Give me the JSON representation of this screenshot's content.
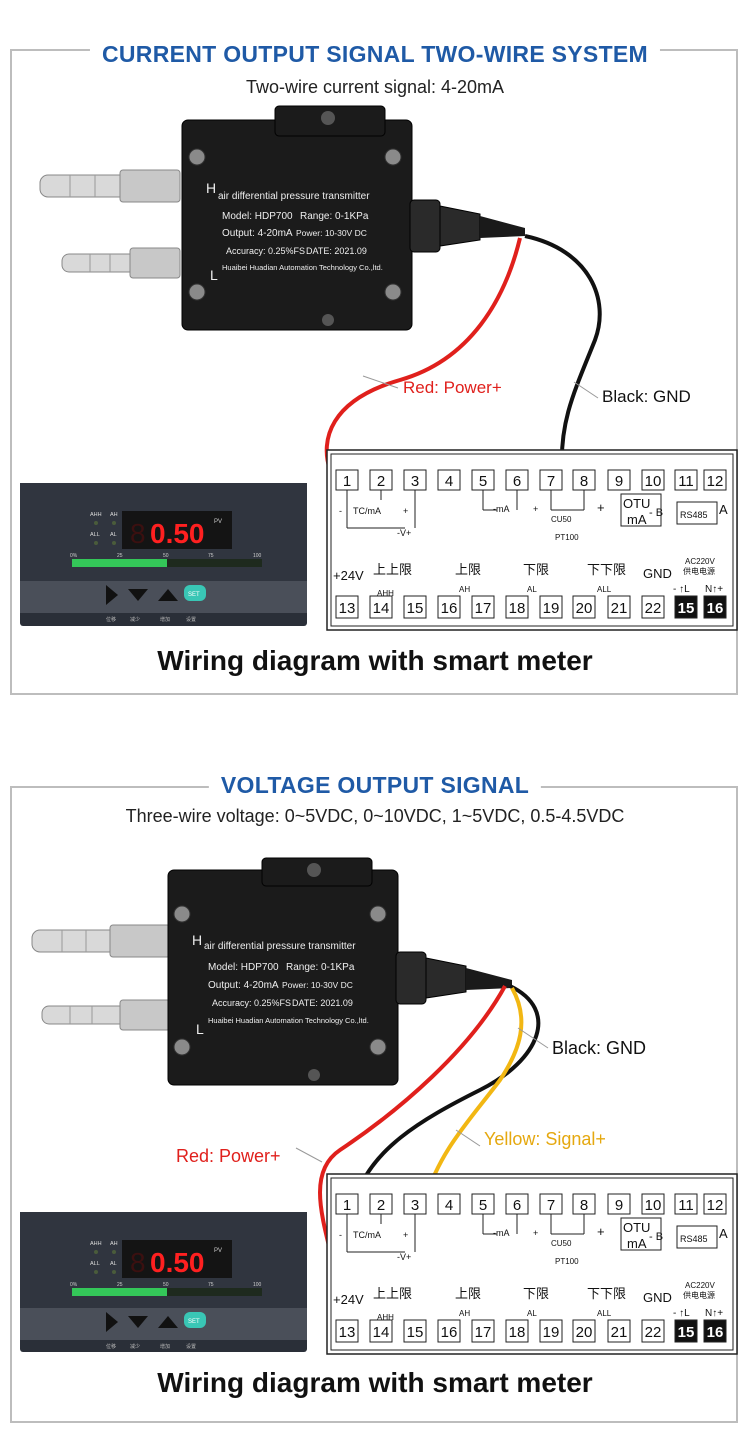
{
  "section1": {
    "title": "CURRENT OUTPUT SIGNAL TWO-WIRE SYSTEM",
    "subtitle": "Two-wire current signal: 4-20mA",
    "caption": "Wiring diagram with smart meter",
    "wire_labels": {
      "red": "Red: Power+",
      "black": "Black: GND"
    }
  },
  "section2": {
    "title": "VOLTAGE OUTPUT SIGNAL",
    "subtitle": "Three-wire voltage: 0~5VDC, 0~10VDC, 1~5VDC, 0.5-4.5VDC",
    "caption": "Wiring diagram with smart meter",
    "wire_labels": {
      "red": "Red: Power+",
      "black": "Black: GND",
      "yellow": "Yellow: Signal+"
    }
  },
  "transmitter": {
    "port_h": "H",
    "port_l": "L",
    "line1": "air differential pressure transmitter",
    "line2a": "Model: HDP700",
    "line2b": "Range: 0-1KPa",
    "line3a": "Output: 4-20mA",
    "line3b": "Power: 10-30V DC",
    "line4a": "Accuracy: 0.25%FS",
    "line4b": "DATE: 2021.09",
    "line5": "Huaibei Huadian Automation Technology Co.,ltd."
  },
  "meter": {
    "display": "0.50",
    "digit_ghost": "8",
    "pv": "PV",
    "ahh": "AHH",
    "ah": "AH",
    "all": "ALL",
    "al": "AL",
    "scale": [
      "0%",
      "25",
      "50",
      "75",
      "100"
    ],
    "bar_fraction": 0.5,
    "set": "SET",
    "keys": [
      "位移",
      "减少",
      "增加",
      "设置"
    ]
  },
  "terminal": {
    "top_numbers": [
      "1",
      "2",
      "3",
      "4",
      "5",
      "6",
      "7",
      "8",
      "9",
      "10",
      "11",
      "12"
    ],
    "bottom_numbers": [
      "13",
      "14",
      "15",
      "16",
      "17",
      "18",
      "19",
      "20",
      "21",
      "22",
      "15",
      "16"
    ],
    "tc_ma": "TC/mA",
    "minus": "-",
    "plus": "+",
    "vplus": "-V+",
    "ma_minus": "-mA",
    "cu50": "CU50",
    "pt100": "PT100",
    "otu": "OTU",
    "ma": "mA",
    "b_minus": "- B",
    "rs485": "RS485",
    "a": "A",
    "v24": "+24V",
    "upper_upper": "上上限",
    "upper": "上限",
    "lower": "下限",
    "lower_lower": "下下限",
    "ahh": "AHH",
    "ah": "AH",
    "al": "AL",
    "all": "ALL",
    "gnd": "GND",
    "ac220": "AC220V",
    "supply": "供电电源",
    "l_label": "- ↑L",
    "n_label": "N↑+"
  },
  "colors": {
    "title_blue": "#1f5aa6",
    "red_wire": "#e0201c",
    "black_wire": "#111111",
    "yellow_wire": "#f2b713",
    "red_label": "#e0201c",
    "yellow_label": "#e5a80f"
  }
}
